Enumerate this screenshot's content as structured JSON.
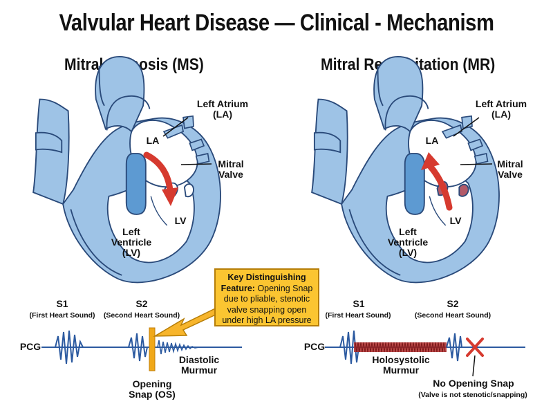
{
  "title": "Valvular Heart Disease — Clinical - Mechanism",
  "panels": {
    "ms": {
      "title": "Mitral Stenosis (MS)",
      "la_short": "LA",
      "lv_short": "LV",
      "left_atrium": [
        "Left Atrium",
        "(LA)"
      ],
      "mitral_valve": [
        "Mitral",
        "Valve"
      ],
      "left_ventricle": [
        "Left",
        "Ventricle",
        "(LV)"
      ],
      "s1": "S1",
      "s1_desc": "(First Heart Sound)",
      "s2": "S2",
      "s2_desc": "(Second Heart Sound)",
      "pcg": "PCG",
      "murmur": [
        "Diastolic",
        "Murmur"
      ],
      "opening_snap": [
        "Opening",
        "Snap (OS)"
      ]
    },
    "mr": {
      "title": "Mitral Regurgitation (MR)",
      "la_short": "LA",
      "lv_short": "LV",
      "left_atrium": [
        "Left Atrium",
        "(LA)"
      ],
      "mitral_valve": [
        "Mitral",
        "Valve"
      ],
      "left_ventricle": [
        "Left",
        "Ventricle",
        "(LV)"
      ],
      "s1": "S1",
      "s1_desc": "(First Heart Sound)",
      "s2": "S2",
      "s2_desc": "(Second Heart Sound)",
      "pcg": "PCG",
      "murmur": [
        "Holosystolic",
        "Murmur"
      ],
      "no_snap": "No Opening Snap",
      "no_snap_desc": "(Valve is not stenotic/snapping)"
    }
  },
  "callout": {
    "heading": "Key Distinguishing Feature:",
    "text": "Opening Snap due to pliable, stenotic valve snapping open under high LA pressure"
  },
  "colors": {
    "outline": "#2a4a7a",
    "vessel_fill": "#9ec3e6",
    "chamber_fill": "#ffffff",
    "flow_arrow": "#d63a2f",
    "waveform": "#2c5aa0",
    "murmur_mr": "#b02a2a",
    "snap_marker": "#f0a818",
    "callout_fill": "#fbc531"
  }
}
